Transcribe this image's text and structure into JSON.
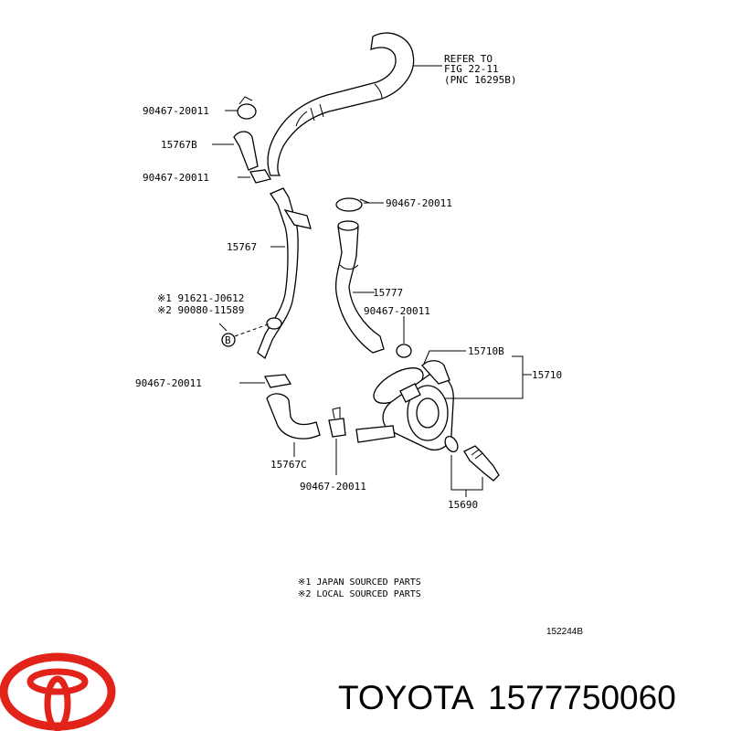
{
  "diagram": {
    "refer": [
      "REFER TO",
      "FIG 22-11",
      "(PNC 16295B)"
    ],
    "labels": {
      "clamp_top": "90467-20011",
      "hose_15767b": "15767B",
      "clamp_2": "90467-20011",
      "clamp_right_top": "90467-20011",
      "hose_15767": "15767",
      "hose_15777": "15777",
      "bolt_1": "※1  91621-J0612",
      "bolt_2": "※2  90080-11589",
      "bolt_marker": "B",
      "clamp_right_mid": "90467-20011",
      "cooler_15710b": "15710B",
      "cooler_15710": "15710",
      "clamp_left_low": "90467-20011",
      "hose_15767c": "15767C",
      "clamp_bottom": "90467-20011",
      "switch_15690": "15690"
    },
    "notes": [
      "※1 JAPAN SOURCED PARTS",
      "※2 LOCAL SOURCED PARTS"
    ],
    "figure_code": "152244B"
  },
  "footer": {
    "brand": "TOYOTA",
    "part_number": "1577750060",
    "logo_color": "#e2231a"
  }
}
